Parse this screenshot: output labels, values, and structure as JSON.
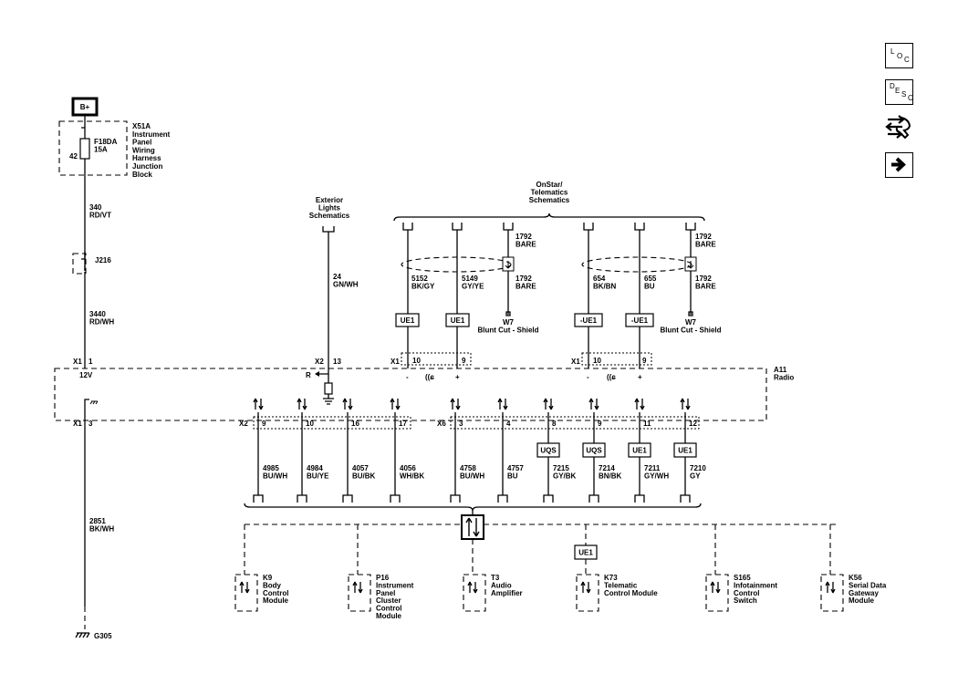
{
  "power": {
    "label": "B+"
  },
  "x51a": {
    "lines": [
      "X51A",
      "Instrument",
      "Panel",
      "Wiring",
      "Harness",
      "Junction",
      "Block"
    ],
    "fuse_lines": [
      "F18DA",
      "15A"
    ],
    "pin": "42"
  },
  "wire_340": [
    "340",
    "RD/VT"
  ],
  "j216": "J216",
  "wire_3440": [
    "3440",
    "RD/WH"
  ],
  "radio": {
    "lines": [
      "A11",
      "Radio"
    ],
    "x1_top": "X1",
    "x1_top_pin": "1",
    "v12": "12V",
    "x1_bot": "X1",
    "x1_bot_pin": "3",
    "x2_top": "X2",
    "x2_top_pin": "13",
    "r_label": "R",
    "x1a": "X1",
    "x1b": "X1",
    "x2": "X2",
    "x6": "X6",
    "pins_a": [
      "10",
      "9"
    ],
    "pins_b": [
      "10",
      "9"
    ],
    "minus": "-",
    "plus": "+"
  },
  "wire_2851": [
    "2851",
    "BK/WH"
  ],
  "ground": "G305",
  "ext_lights": [
    "Exterior",
    "Lights",
    "Schematics"
  ],
  "wire_24": [
    "24",
    "GN/WH"
  ],
  "onstar": [
    "OnStar/",
    "Telematics",
    "Schematics"
  ],
  "telematics_wires": [
    {
      "num": "5152",
      "color": "BK/GY"
    },
    {
      "num": "5149",
      "color": "GY/YE"
    },
    {
      "num": "654",
      "color": "BK/BN"
    },
    {
      "num": "655",
      "color": "BU"
    }
  ],
  "bare_labels": [
    "1792",
    "BARE"
  ],
  "w7": [
    "W7",
    "Blunt Cut - Shield"
  ],
  "options": {
    "ue1": "UE1",
    "neg_ue1": "-UE1",
    "uqs": "UQS"
  },
  "data_wires": [
    {
      "pin": "9",
      "num": "4985",
      "color": "BU/WH"
    },
    {
      "pin": "10",
      "num": "4984",
      "color": "BU/YE"
    },
    {
      "pin": "16",
      "num": "4057",
      "color": "BU/BK"
    },
    {
      "pin": "17",
      "num": "4056",
      "color": "WH/BK"
    },
    {
      "pin": "3",
      "num": "4758",
      "color": "BU/WH"
    },
    {
      "pin": "4",
      "num": "4757",
      "color": "BU"
    },
    {
      "pin": "8",
      "num": "7215",
      "color": "GY/BK"
    },
    {
      "pin": "9",
      "num": "7214",
      "color": "BN/BK"
    },
    {
      "pin": "11",
      "num": "7211",
      "color": "GY/WH"
    },
    {
      "pin": "12",
      "num": "7210",
      "color": "GY"
    }
  ],
  "modules": [
    {
      "lines": [
        "K9",
        "Body",
        "Control",
        "Module"
      ]
    },
    {
      "lines": [
        "P16",
        "Instrument",
        "Panel",
        "Cluster",
        "Control",
        "Module"
      ]
    },
    {
      "lines": [
        "T3",
        "Audio",
        "Amplifier"
      ]
    },
    {
      "lines": [
        "K73",
        "Telematic",
        "Control Module"
      ]
    },
    {
      "lines": [
        "S165",
        "Infotainment",
        "Control",
        "Switch"
      ]
    },
    {
      "lines": [
        "K56",
        "Serial Data",
        "Gateway",
        "Module"
      ]
    }
  ],
  "side": {
    "loc": {
      "l": "L",
      "o": "O",
      "c": "C"
    },
    "desc": {
      "d": "D",
      "e": "E",
      "s": "S",
      "c": "C"
    }
  }
}
